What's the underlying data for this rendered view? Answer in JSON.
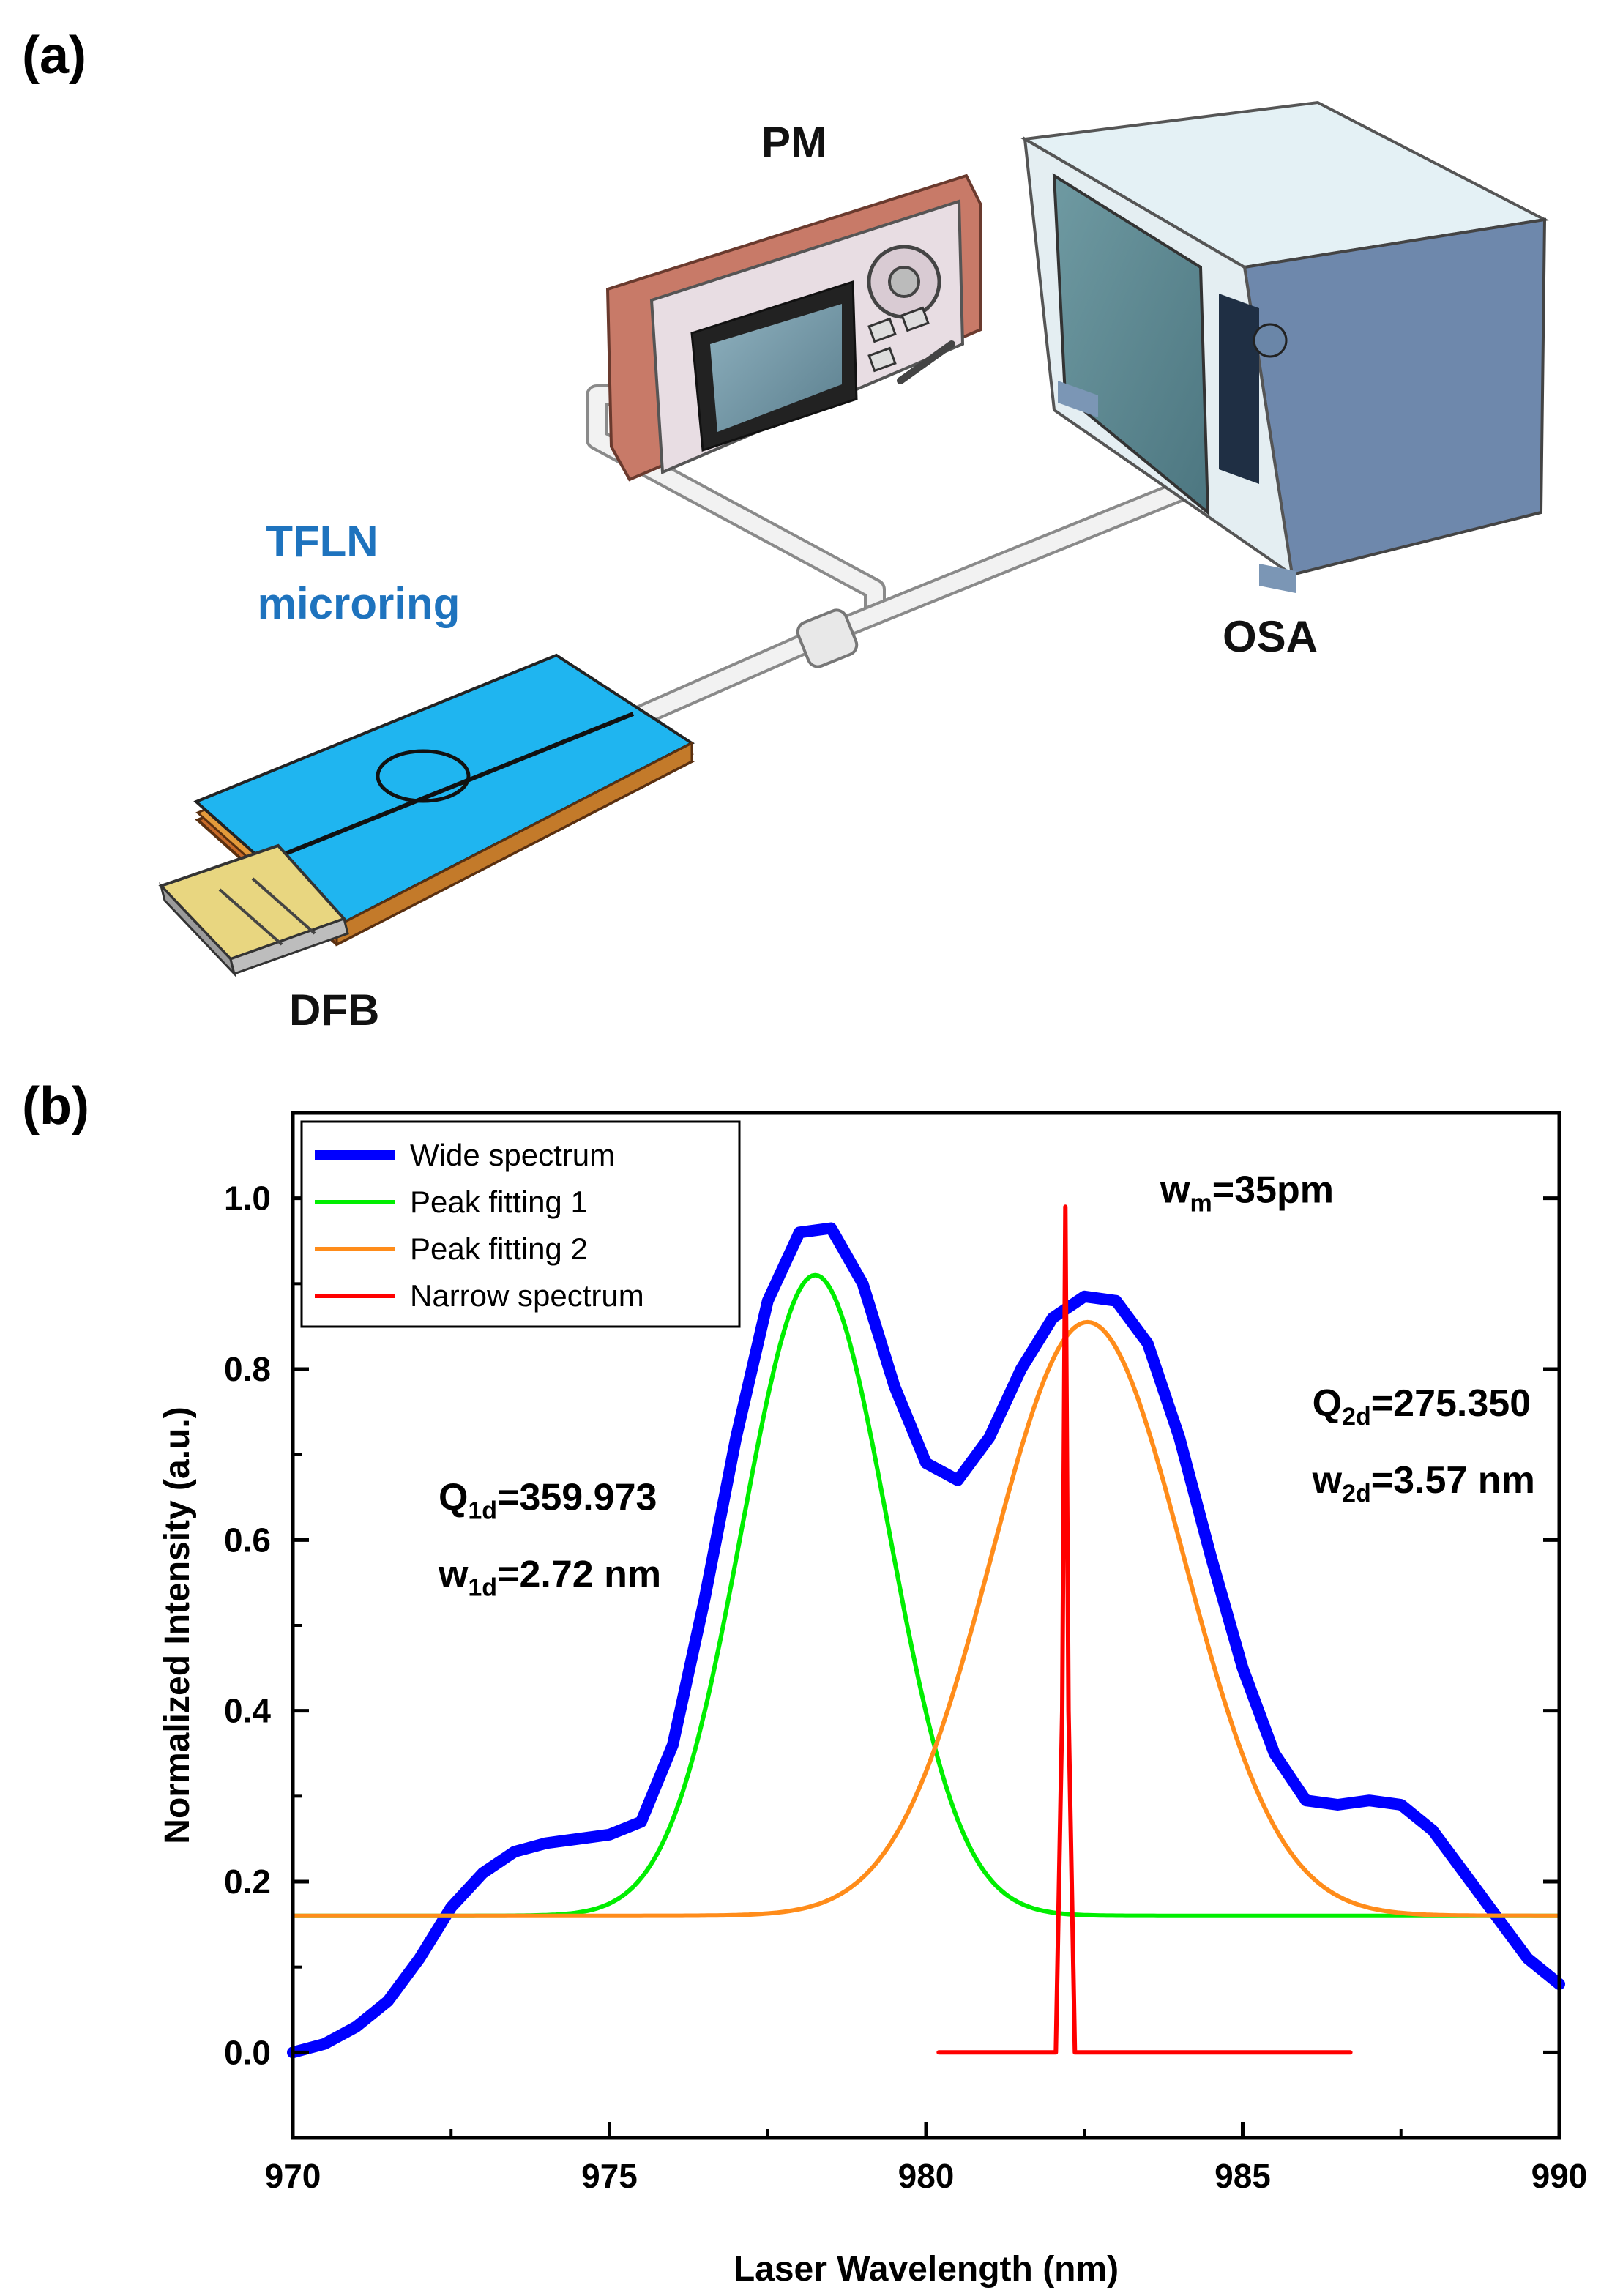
{
  "panel_a": {
    "label": "(a)",
    "pm_label": "PM",
    "osa_label": "OSA",
    "tfln_line1": "TFLN",
    "tfln_line2": "microring",
    "dfb_label": "DFB"
  },
  "panel_b": {
    "label": "(b)"
  },
  "colors": {
    "wide": "#0000ff",
    "fit1": "#00ee00",
    "fit2": "#ff8c1a",
    "narrow": "#ff0000",
    "tfln": "#1e73be",
    "chip": "#1fb5f0",
    "substrate": "#e39a3a"
  },
  "chart_data": {
    "type": "line",
    "xlabel": "Laser Wavelength (nm)",
    "ylabel": "Normalized Intensity (a.u.)",
    "xlim": [
      970,
      990
    ],
    "ylim": [
      -0.1,
      1.1
    ],
    "xticks": [
      "970",
      "975",
      "980",
      "985",
      "990"
    ],
    "yticks": [
      "0.0",
      "0.2",
      "0.4",
      "0.6",
      "0.8",
      "1.0"
    ],
    "xtick_values": [
      970,
      975,
      980,
      985,
      990
    ],
    "ytick_values": [
      0.0,
      0.2,
      0.4,
      0.6,
      0.8,
      1.0
    ],
    "legend_position": "top-left",
    "series": [
      {
        "name": "Wide spectrum",
        "color_key": "wide",
        "x": [
          970,
          970.5,
          971,
          971.5,
          972,
          972.5,
          973,
          973.5,
          974,
          974.5,
          975,
          975.5,
          976,
          976.5,
          977,
          977.5,
          978,
          978.5,
          979,
          979.5,
          980,
          980.5,
          981,
          981.5,
          982,
          982.5,
          983,
          983.5,
          984,
          984.5,
          985,
          985.5,
          986,
          986.5,
          987,
          987.5,
          988,
          988.5,
          989,
          989.5,
          990
        ],
        "y": [
          0.0,
          0.01,
          0.03,
          0.06,
          0.11,
          0.17,
          0.21,
          0.235,
          0.245,
          0.25,
          0.255,
          0.27,
          0.36,
          0.53,
          0.72,
          0.88,
          0.96,
          0.965,
          0.9,
          0.78,
          0.69,
          0.67,
          0.72,
          0.8,
          0.86,
          0.885,
          0.88,
          0.83,
          0.72,
          0.58,
          0.45,
          0.35,
          0.295,
          0.29,
          0.295,
          0.29,
          0.26,
          0.21,
          0.16,
          0.11,
          0.08
        ]
      },
      {
        "name": "Peak fitting 1",
        "color_key": "fit1",
        "model": {
          "baseline": 0.16,
          "peak": 0.91,
          "center": 978.25,
          "fwhm": 2.72
        }
      },
      {
        "name": "Peak fitting 2",
        "color_key": "fit2",
        "model": {
          "baseline": 0.16,
          "peak": 0.855,
          "center": 982.55,
          "fwhm": 3.57
        }
      },
      {
        "name": "Narrow spectrum",
        "color_key": "narrow",
        "x": [
          980.2,
          982.05,
          982.15,
          982.2,
          982.25,
          982.35,
          986.7
        ],
        "y": [
          0.0,
          0.0,
          0.4,
          0.99,
          0.4,
          0.0,
          0.0
        ]
      }
    ],
    "annotations": [
      {
        "main": "w",
        "sub": "m",
        "rest": "=35pm",
        "x": 983.7,
        "y": 0.995
      },
      {
        "main": "Q",
        "sub": "1d",
        "rest": "=359.973",
        "x": 972.3,
        "y": 0.635
      },
      {
        "main": "w",
        "sub": "1d",
        "rest": "=2.72 nm",
        "x": 972.3,
        "y": 0.545
      },
      {
        "main": "Q",
        "sub": "2d",
        "rest": "=275.350",
        "x": 986.1,
        "y": 0.745
      },
      {
        "main": "w",
        "sub": "2d",
        "rest": "=3.57 nm",
        "x": 986.1,
        "y": 0.655
      }
    ]
  }
}
